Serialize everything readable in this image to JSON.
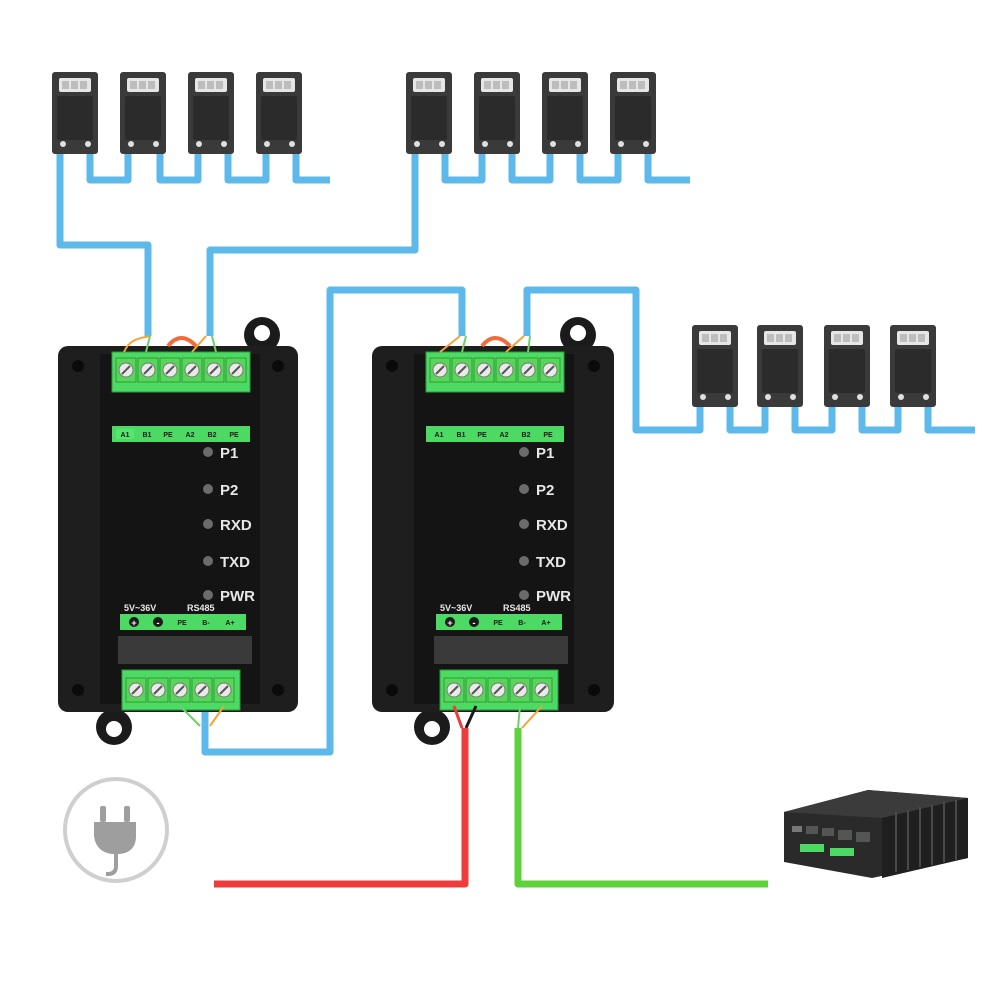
{
  "hub_left": {
    "port_labels_top": [
      "A1",
      "B1",
      "PE",
      "A2",
      "B2",
      "PE"
    ],
    "leds": [
      "P1",
      "P2",
      "RXD",
      "TXD",
      "PWR"
    ],
    "power_label": "5V~36V",
    "bus_label": "RS485",
    "bottom_terms": [
      "+",
      "-",
      "PE",
      "B-",
      "A+"
    ]
  },
  "hub_right": {
    "port_labels_top": [
      "A1",
      "B1",
      "PE",
      "A2",
      "B2",
      "PE"
    ],
    "leds": [
      "P1",
      "P2",
      "RXD",
      "TXD",
      "PWR"
    ],
    "power_label": "5V~36V",
    "bus_label": "RS485",
    "bottom_terms": [
      "+",
      "-",
      "PE",
      "B-",
      "A+"
    ]
  },
  "colors": {
    "bus_wire": "#5db9ea",
    "power_wire": "#ee3b3b",
    "signal_wire": "#5fd13a",
    "terminal_green": "#4cd964",
    "device_dark": "#333333",
    "hub_body": "#1e1e1e"
  },
  "icons": {
    "power": "power-plug-icon",
    "controller": "industrial-pc-icon",
    "slave": "rs485-slave-module-icon"
  }
}
